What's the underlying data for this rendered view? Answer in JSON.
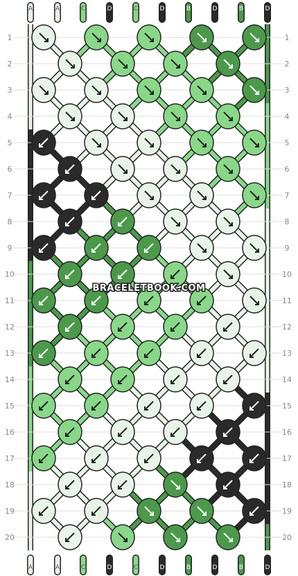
{
  "watermark": "BRACELETBOOK.COM",
  "colors": {
    "A": "#e8f4e8",
    "B": "#4a9a4a",
    "C": "#88d888",
    "D": "#2a2a2a"
  },
  "strings_top": [
    "A",
    "A",
    "C",
    "D",
    "C",
    "D",
    "B",
    "D",
    "B",
    "D"
  ],
  "strings_bottom": [
    "A",
    "A",
    "C",
    "D",
    "C",
    "D",
    "B",
    "D",
    "B",
    "D"
  ],
  "row_numbers": [
    "1",
    "2",
    "3",
    "4",
    "5",
    "6",
    "7",
    "8",
    "9",
    "10",
    "11",
    "12",
    "13",
    "14",
    "15",
    "16",
    "17",
    "18",
    "19",
    "20"
  ],
  "knots": [
    [
      {
        "c": "A",
        "d": "se"
      },
      {
        "c": "C",
        "d": "se"
      },
      {
        "c": "C",
        "d": "se"
      },
      {
        "c": "B",
        "d": "se"
      },
      {
        "c": "B",
        "d": "se"
      }
    ],
    [
      {
        "c": "A",
        "d": "se"
      },
      {
        "c": "C",
        "d": "se"
      },
      {
        "c": "C",
        "d": "se"
      },
      {
        "c": "B",
        "d": "se"
      }
    ],
    [
      {
        "c": "A",
        "d": "se"
      },
      {
        "c": "A",
        "d": "se"
      },
      {
        "c": "C",
        "d": "se"
      },
      {
        "c": "C",
        "d": "se"
      },
      {
        "c": "B",
        "d": "se"
      }
    ],
    [
      {
        "c": "A",
        "d": "se"
      },
      {
        "c": "A",
        "d": "se"
      },
      {
        "c": "C",
        "d": "se"
      },
      {
        "c": "C",
        "d": "se"
      }
    ],
    [
      {
        "c": "D",
        "d": "sw"
      },
      {
        "c": "A",
        "d": "se"
      },
      {
        "c": "A",
        "d": "se"
      },
      {
        "c": "C",
        "d": "se"
      },
      {
        "c": "C",
        "d": "se"
      }
    ],
    [
      {
        "c": "D",
        "d": "sw"
      },
      {
        "c": "A",
        "d": "se"
      },
      {
        "c": "A",
        "d": "se"
      },
      {
        "c": "C",
        "d": "se"
      }
    ],
    [
      {
        "c": "D",
        "d": "sw"
      },
      {
        "c": "D",
        "d": "sw"
      },
      {
        "c": "A",
        "d": "se"
      },
      {
        "c": "A",
        "d": "se"
      },
      {
        "c": "C",
        "d": "se"
      }
    ],
    [
      {
        "c": "D",
        "d": "sw"
      },
      {
        "c": "B",
        "d": "sw"
      },
      {
        "c": "A",
        "d": "se"
      },
      {
        "c": "A",
        "d": "se"
      }
    ],
    [
      {
        "c": "D",
        "d": "sw"
      },
      {
        "c": "B",
        "d": "sw"
      },
      {
        "c": "B",
        "d": "sw"
      },
      {
        "c": "A",
        "d": "se"
      },
      {
        "c": "A",
        "d": "se"
      }
    ],
    [
      {
        "c": "B",
        "d": "sw"
      },
      {
        "c": "B",
        "d": "sw"
      },
      {
        "c": "C",
        "d": "sw"
      },
      {
        "c": "A",
        "d": "se"
      }
    ],
    [
      {
        "c": "B",
        "d": "sw"
      },
      {
        "c": "B",
        "d": "sw"
      },
      {
        "c": "C",
        "d": "sw"
      },
      {
        "c": "C",
        "d": "sw"
      },
      {
        "c": "A",
        "d": "se"
      }
    ],
    [
      {
        "c": "B",
        "d": "sw"
      },
      {
        "c": "C",
        "d": "sw"
      },
      {
        "c": "C",
        "d": "sw"
      },
      {
        "c": "A",
        "d": "sw"
      }
    ],
    [
      {
        "c": "B",
        "d": "sw"
      },
      {
        "c": "C",
        "d": "sw"
      },
      {
        "c": "C",
        "d": "sw"
      },
      {
        "c": "A",
        "d": "sw"
      },
      {
        "c": "A",
        "d": "sw"
      }
    ],
    [
      {
        "c": "C",
        "d": "sw"
      },
      {
        "c": "C",
        "d": "sw"
      },
      {
        "c": "A",
        "d": "sw"
      },
      {
        "c": "A",
        "d": "sw"
      }
    ],
    [
      {
        "c": "C",
        "d": "sw"
      },
      {
        "c": "C",
        "d": "sw"
      },
      {
        "c": "A",
        "d": "sw"
      },
      {
        "c": "A",
        "d": "sw"
      },
      {
        "c": "D",
        "d": "sw"
      }
    ],
    [
      {
        "c": "C",
        "d": "sw"
      },
      {
        "c": "A",
        "d": "sw"
      },
      {
        "c": "A",
        "d": "sw"
      },
      {
        "c": "D",
        "d": "sw"
      }
    ],
    [
      {
        "c": "C",
        "d": "sw"
      },
      {
        "c": "A",
        "d": "sw"
      },
      {
        "c": "A",
        "d": "sw"
      },
      {
        "c": "D",
        "d": "sw"
      },
      {
        "c": "D",
        "d": "sw"
      }
    ],
    [
      {
        "c": "A",
        "d": "sw"
      },
      {
        "c": "A",
        "d": "sw"
      },
      {
        "c": "B",
        "d": "se"
      },
      {
        "c": "D",
        "d": "sw"
      }
    ],
    [
      {
        "c": "A",
        "d": "sw"
      },
      {
        "c": "A",
        "d": "sw"
      },
      {
        "c": "B",
        "d": "se"
      },
      {
        "c": "B",
        "d": "se"
      },
      {
        "c": "D",
        "d": "sw"
      }
    ],
    [
      {
        "c": "A",
        "d": "sw"
      },
      {
        "c": "C",
        "d": "se"
      },
      {
        "c": "B",
        "d": "se"
      },
      {
        "c": "B",
        "d": "se"
      }
    ]
  ]
}
